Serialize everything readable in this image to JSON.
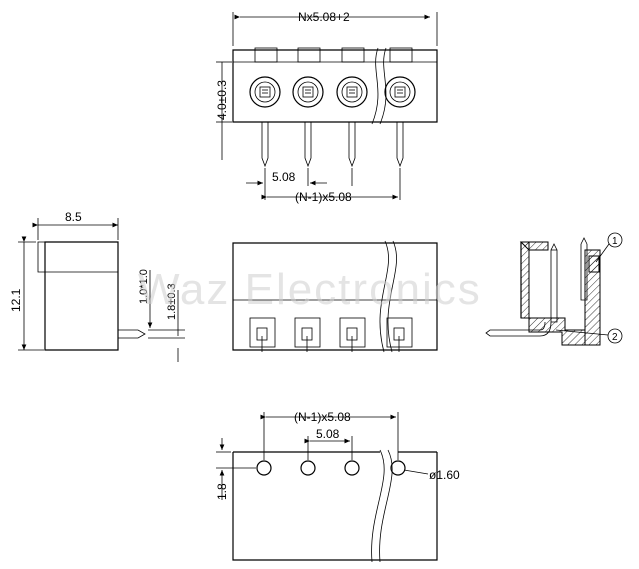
{
  "dimensions": {
    "top_width": "Nx5.08+2",
    "top_height": "4.0±0.3",
    "top_pitch": "5.08",
    "top_span": "(N-1)x5.08",
    "side_width": "8.5",
    "side_height": "12.1",
    "side_pin_1": "1.0*1.0",
    "side_pin_2": "1.8±0.3",
    "bottom_span": "(N-1)x5.08",
    "bottom_pitch": "5.08",
    "bottom_offset": "1.8",
    "hole_dia": "ø1.60"
  },
  "callouts": [
    "1",
    "2"
  ],
  "watermark": "Waz Electronics"
}
